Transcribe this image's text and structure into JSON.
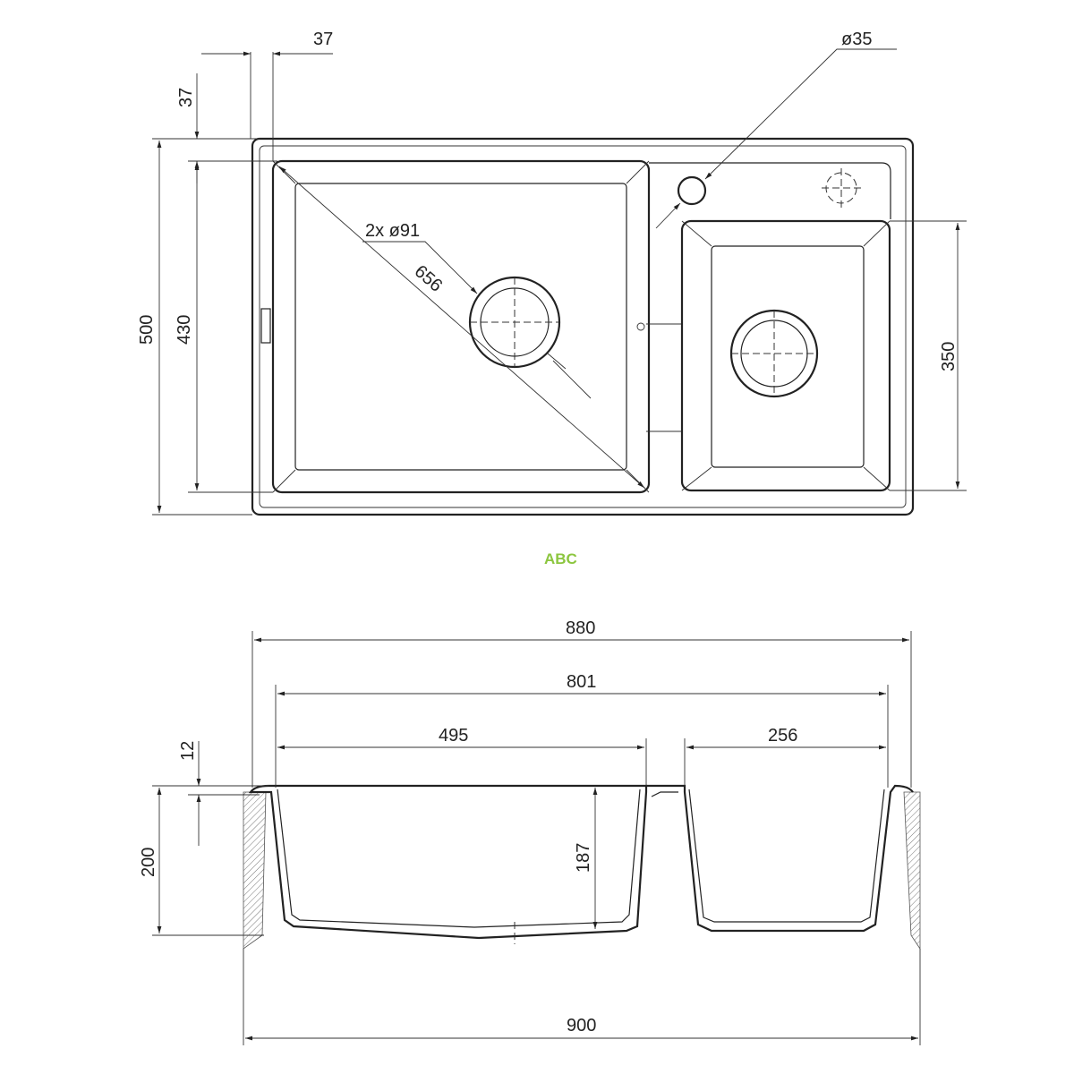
{
  "top_view": {
    "dim_flange_x": "37",
    "dim_flange_y": "37",
    "dim_tap_hole": "ø35",
    "dim_drains": "2x ø91",
    "dim_diagonal": "656",
    "dim_outer_depth": "500",
    "dim_inner_depth": "430",
    "dim_small_bowl_depth": "350"
  },
  "watermark": "ABC",
  "section_view": {
    "dim_outer_width": "880",
    "dim_inner_width": "801",
    "dim_large_bowl": "495",
    "dim_small_bowl": "256",
    "dim_cabinet": "900",
    "dim_rim": "12",
    "dim_height": "200",
    "dim_bowl_depth": "187"
  },
  "colors": {
    "line": "#222222",
    "watermark": "#8cc63f"
  }
}
